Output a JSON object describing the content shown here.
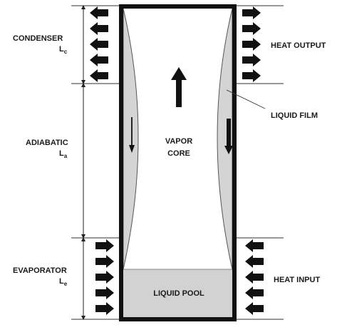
{
  "labels": {
    "condenser": "CONDENSER",
    "condenser_var": "L",
    "condenser_sub": "c",
    "adiabatic": "ADIABATIC",
    "adiabatic_var": "L",
    "adiabatic_sub": "a",
    "evaporator": "EVAPORATOR",
    "evaporator_var": "L",
    "evaporator_sub": "e",
    "heat_output": "HEAT OUTPUT",
    "liquid_film": "LIQUID FILM",
    "heat_input": "HEAT INPUT",
    "vapor_line1": "VAPOR",
    "vapor_line2": "CORE",
    "liquid_pool": "LIQUID POOL"
  },
  "colors": {
    "ink": "#111111",
    "film": "#d4d4d4",
    "pool": "#d2d2d2",
    "line": "#222222"
  }
}
